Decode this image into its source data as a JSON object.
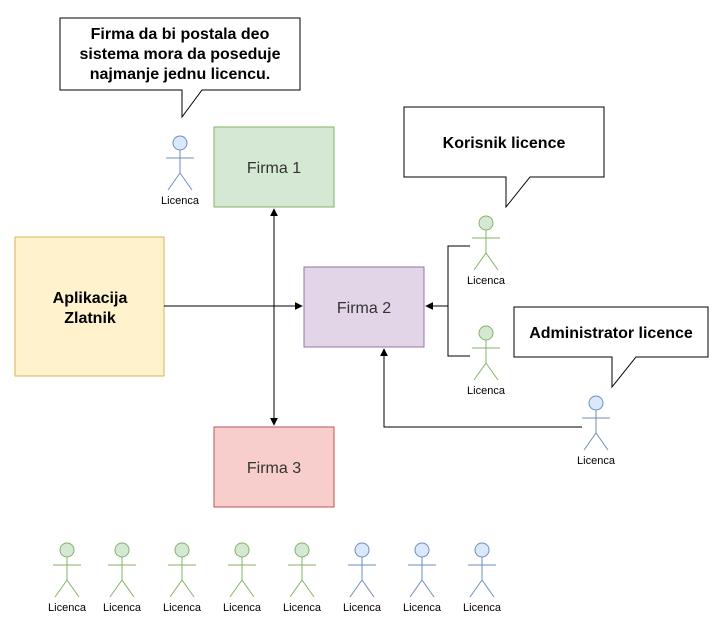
{
  "colors": {
    "green_fill": "#d5e8d4",
    "green_stroke": "#82b366",
    "purple_fill": "#e1d5e7",
    "purple_stroke": "#9673a6",
    "red_fill": "#f8cecc",
    "red_stroke": "#b85450",
    "yellow_fill": "#fff2cc",
    "yellow_stroke": "#d6b656",
    "blue_fill": "#dae8fc",
    "blue_stroke": "#6c8ebf",
    "line": "#000000"
  },
  "nodes": {
    "firma1": "Firma 1",
    "firma2": "Firma 2",
    "firma3": "Firma 3",
    "app_line1": "Aplikacija",
    "app_line2": "Zlatnik"
  },
  "callouts": {
    "top_line1": "Firma da bi postala deo",
    "top_line2": "sistema mora da poseduje",
    "top_line3": "najmanje jednu licencu.",
    "korisnik": "Korisnik licence",
    "administrator": "Administrator licence"
  },
  "actors": {
    "firma1_actor": {
      "label": "Licenca",
      "color": "blue"
    },
    "korisnik1": {
      "label": "Licenca",
      "color": "green"
    },
    "korisnik2": {
      "label": "Licenca",
      "color": "green"
    },
    "admin": {
      "label": "Licenca",
      "color": "blue"
    },
    "pool": [
      {
        "label": "Licenca",
        "color": "green"
      },
      {
        "label": "Licenca",
        "color": "green"
      },
      {
        "label": "Licenca",
        "color": "green"
      },
      {
        "label": "Licenca",
        "color": "green"
      },
      {
        "label": "Licenca",
        "color": "green"
      },
      {
        "label": "Licenca",
        "color": "blue"
      },
      {
        "label": "Licenca",
        "color": "blue"
      },
      {
        "label": "Licenca",
        "color": "blue"
      }
    ]
  }
}
